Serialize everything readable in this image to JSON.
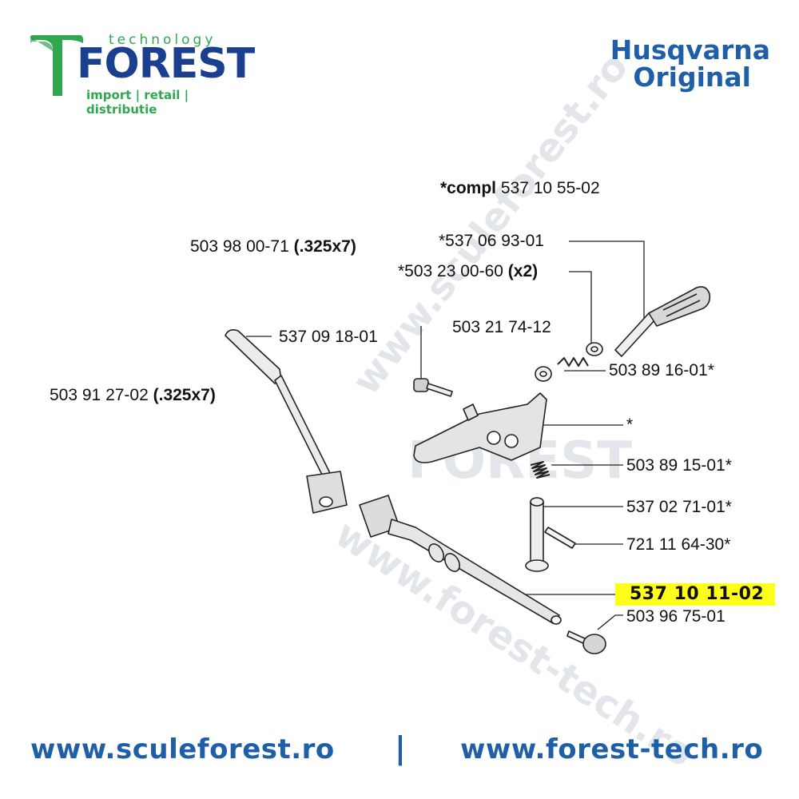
{
  "logo": {
    "tagline_top": "technology",
    "word": "FOREST",
    "tagline_bottom": "import | retail | distributie",
    "accent_color": "#2fa84f",
    "brand_color": "#1a3f8f"
  },
  "brand": {
    "line1": "Husqvarna",
    "line2": "Original",
    "color": "#1f5fa8"
  },
  "kit": {
    "prefix": "*compl",
    "code": "537 10 55-02"
  },
  "parts": [
    {
      "code": "503 98 00-71",
      "note": "(.325x7)"
    },
    {
      "code": "*537 06 93-01",
      "note": ""
    },
    {
      "code": "*503 23 00-60",
      "note": "(x2)"
    },
    {
      "code": "537 09 18-01",
      "note": ""
    },
    {
      "code": "503 21 74-12",
      "note": ""
    },
    {
      "code": "503 89 16-01*",
      "note": ""
    },
    {
      "code": "503 91 27-02",
      "note": "(.325x7)"
    },
    {
      "code": "*",
      "note": ""
    },
    {
      "code": "503 89 15-01*",
      "note": ""
    },
    {
      "code": "537 02 71-01*",
      "note": ""
    },
    {
      "code": "721 11 64-30*",
      "note": ""
    },
    {
      "code": "537 10 11-02",
      "note": "",
      "highlight": true
    },
    {
      "code": "503 96 75-01",
      "note": ""
    }
  ],
  "highlight_color": "#ffff1a",
  "watermark": {
    "text1": "www.sculeforest.ro",
    "text2": "www.forest-tech.ro"
  },
  "footer": {
    "url1": "www.sculeforest.ro",
    "separator": "|",
    "url2": "www.forest-tech.ro"
  }
}
